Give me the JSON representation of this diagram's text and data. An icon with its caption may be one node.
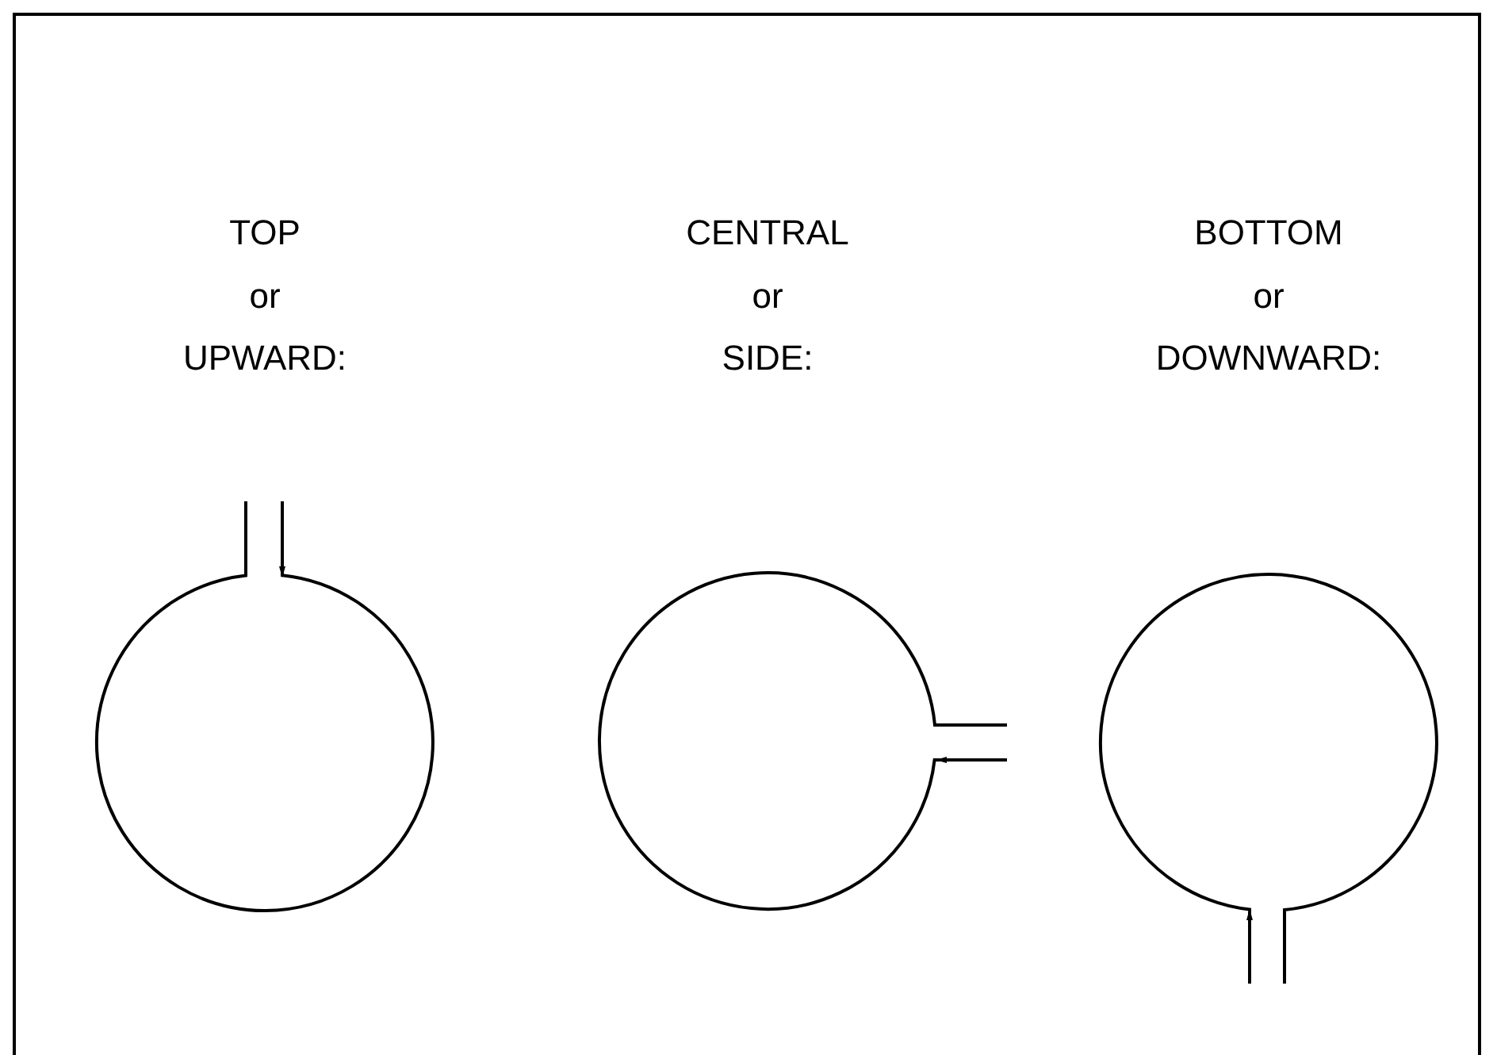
{
  "diagram": {
    "labels": [
      "TOP or UPWARD:",
      "CENTRAL or SIDE:",
      "BOTTOM or DOWNWARD:"
    ]
  }
}
